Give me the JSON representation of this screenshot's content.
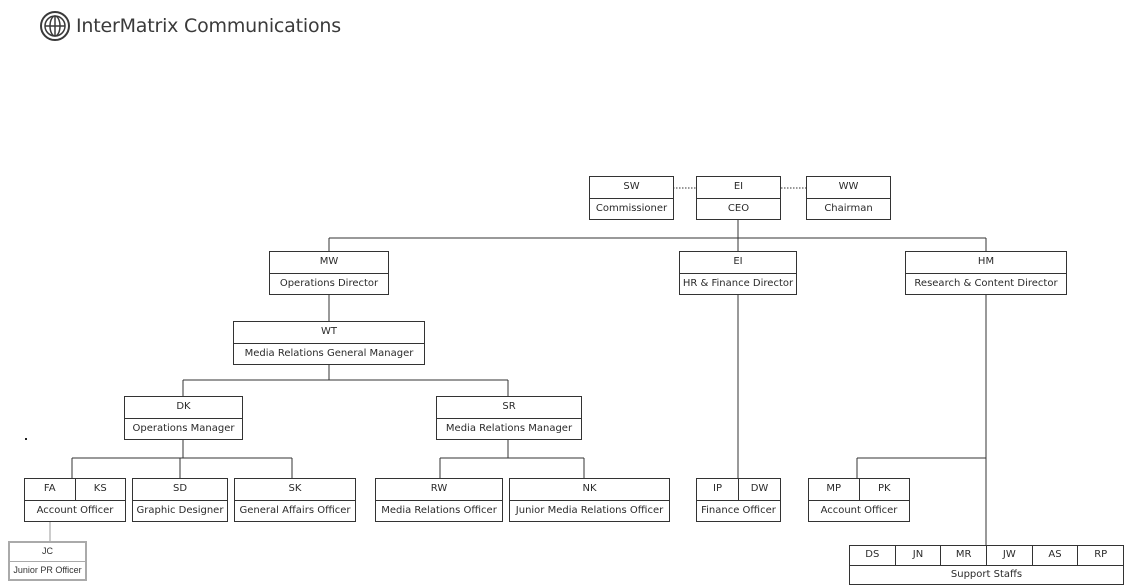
{
  "header": {
    "company_name": "InterMatrix Communications"
  },
  "org": {
    "commissioner": {
      "initials": "SW",
      "title": "Commissioner"
    },
    "ceo": {
      "initials": "EI",
      "title": "CEO"
    },
    "chairman": {
      "initials": "WW",
      "title": "Chairman"
    },
    "operations_director": {
      "initials": "MW",
      "title": "Operations Director"
    },
    "hr_finance_director": {
      "initials": "EI",
      "title": "HR & Finance Director"
    },
    "research_director": {
      "initials": "HM",
      "title": "Research & Content Director"
    },
    "media_relations_gm": {
      "initials": "WT",
      "title": "Media Relations General Manager"
    },
    "operations_manager": {
      "initials": "DK",
      "title": "Operations Manager"
    },
    "media_relations_manager": {
      "initials": "SR",
      "title": "Media Relations Manager"
    },
    "ops_account_officer": {
      "initials": [
        "FA",
        "KS"
      ],
      "title": "Account Officer"
    },
    "graphic_designer": {
      "initials": "SD",
      "title": "Graphic Designer"
    },
    "general_affairs_officer": {
      "initials": "SK",
      "title": "General Affairs Officer"
    },
    "media_relations_officer": {
      "initials": "RW",
      "title": "Media Relations Officer"
    },
    "junior_media_relations_officer": {
      "initials": "NK",
      "title": "Junior Media Relations Officer"
    },
    "finance_officer": {
      "initials": [
        "IP",
        "DW"
      ],
      "title": "Finance Officer"
    },
    "research_account_officer": {
      "initials": [
        "MP",
        "PK"
      ],
      "title": "Account Officer"
    },
    "support_staffs": {
      "initials": [
        "DS",
        "JN",
        "MR",
        "JW",
        "AS",
        "RP"
      ],
      "title": "Support Staffs"
    },
    "junior_pr_officer": {
      "initials": "JC",
      "title": "Junior PR Officer"
    }
  },
  "colors": {
    "line": "#333333",
    "box_border": "#333333",
    "jc_border": "#aaaaaa"
  }
}
